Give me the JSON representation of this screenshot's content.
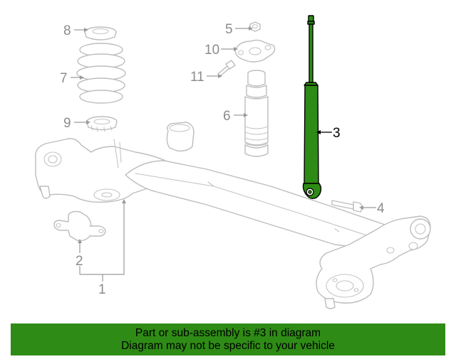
{
  "diagram": {
    "callouts": {
      "c1": "1",
      "c2": "2",
      "c3": "3",
      "c4": "4",
      "c5": "5",
      "c6": "6",
      "c7": "7",
      "c8": "8",
      "c9": "9",
      "c10": "10",
      "c11": "11"
    },
    "highlighted_part": "3",
    "highlight_color": "#2e8b15"
  },
  "banner": {
    "line1": "Part or sub-assembly is #3 in diagram",
    "line2": "Diagram may not be specific to your vehicle",
    "background": "#2e8b15"
  }
}
